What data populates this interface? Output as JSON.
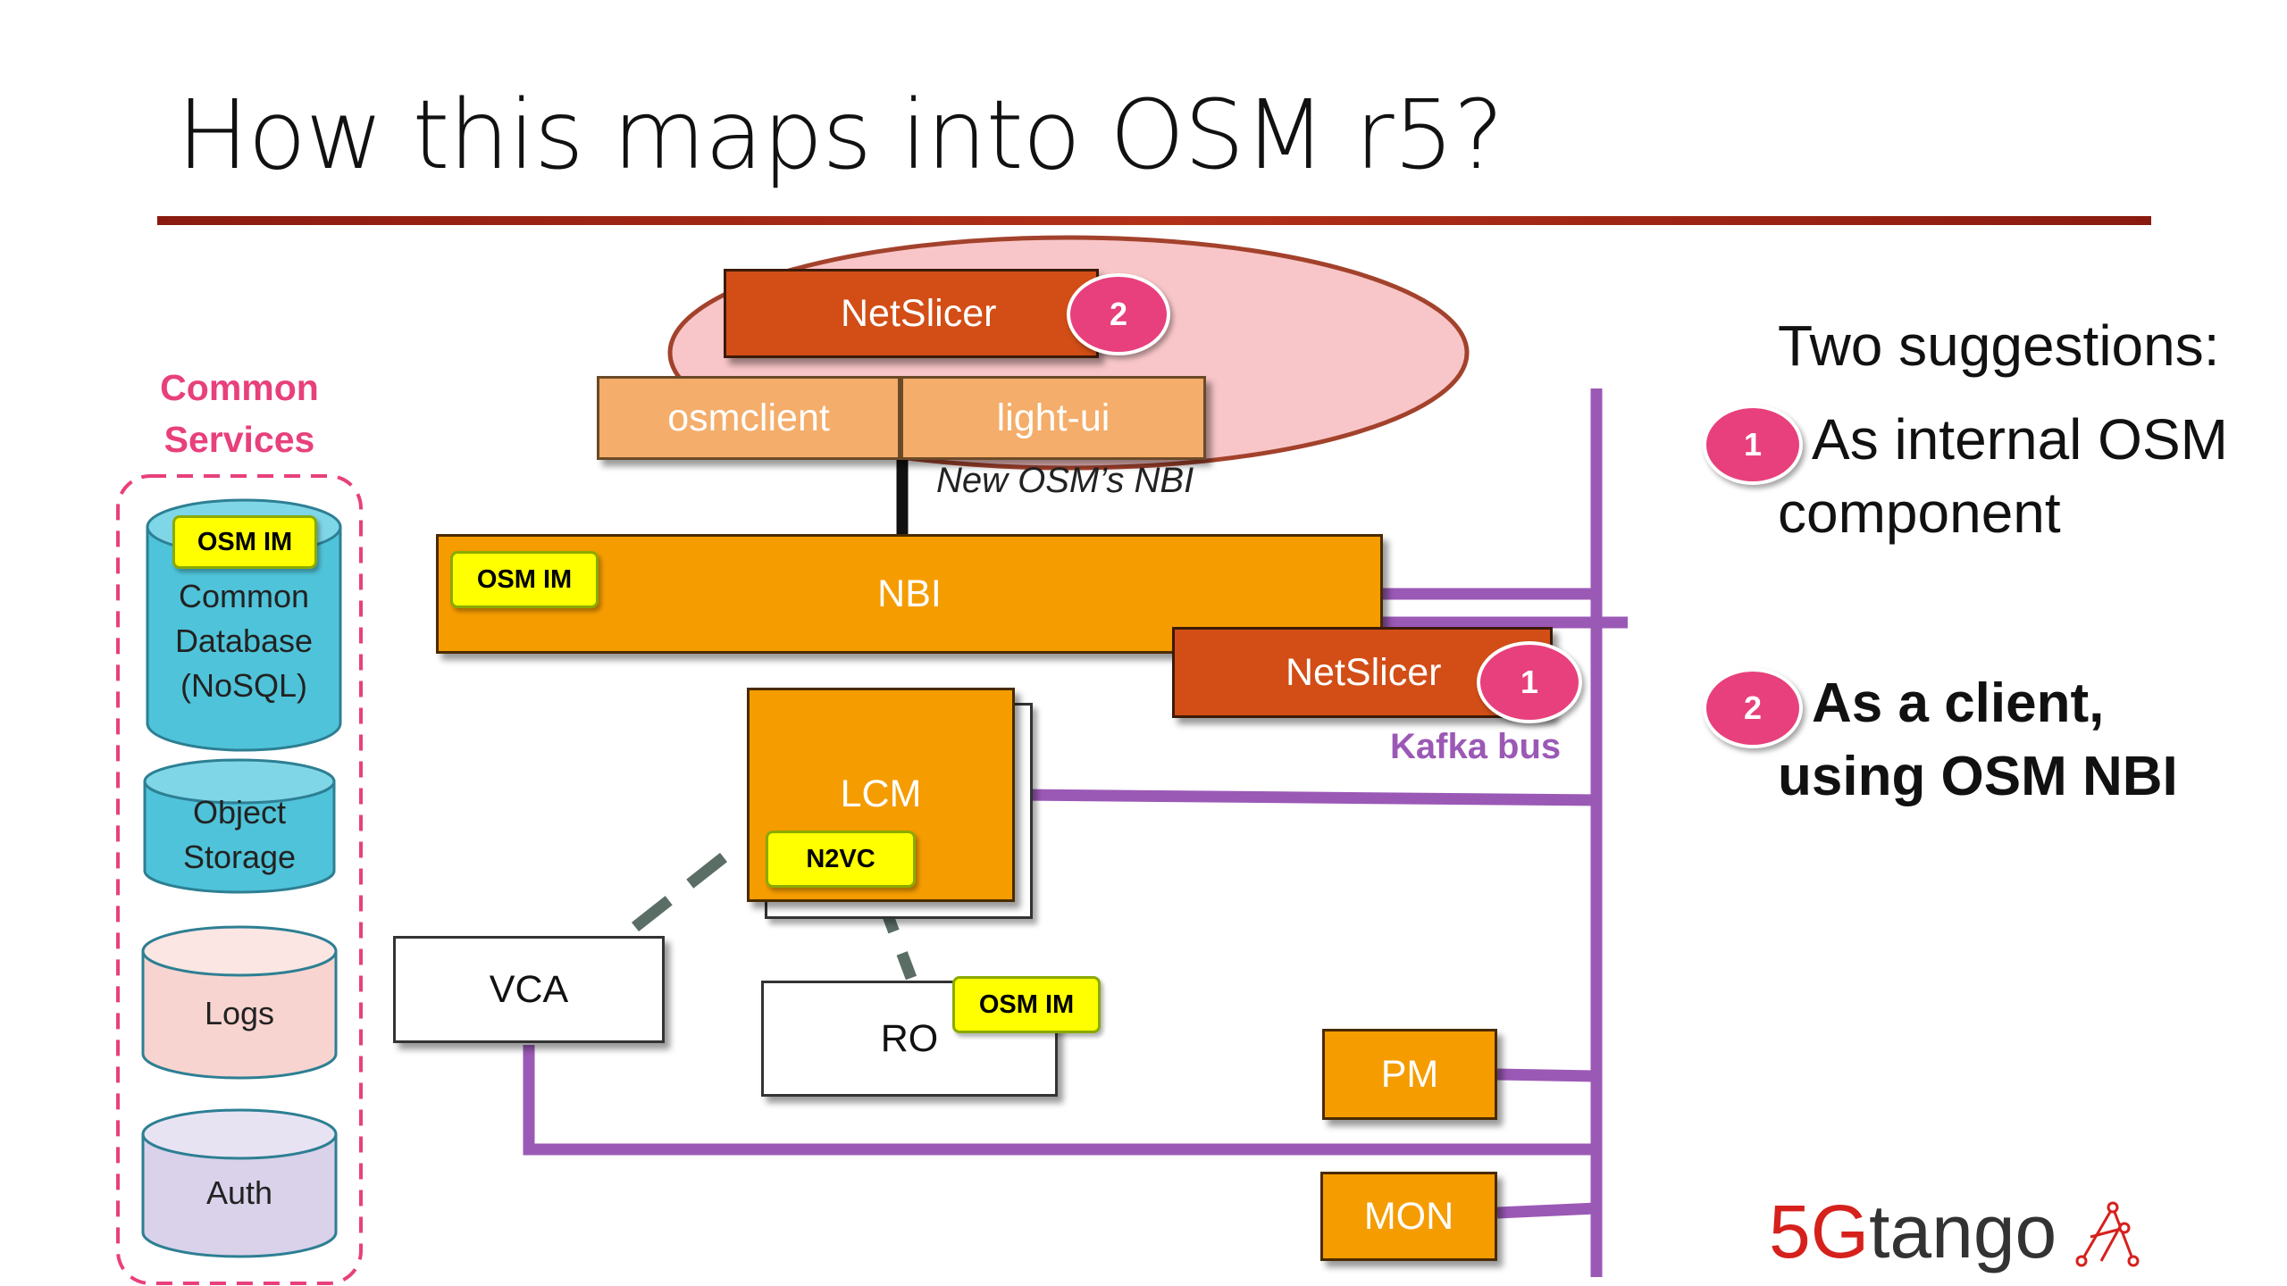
{
  "title": "How this maps into OSM r5?",
  "common_services": {
    "heading_line1": "Common",
    "heading_line2": "Services",
    "db_tag": "OSM IM",
    "db_label": "Common\nDatabase\n(NoSQL)",
    "object_storage": "Object\nStorage",
    "logs": "Logs",
    "auth": "Auth"
  },
  "top": {
    "netslicer": "NetSlicer",
    "netslicer_badge": "2",
    "osmclient": "osmclient",
    "lightui": "light-ui",
    "nbi_note": "New OSM’s NBI"
  },
  "nbi": {
    "label": "NBI",
    "tag": "OSM IM"
  },
  "netslicer_internal": {
    "label": "NetSlicer",
    "badge": "1"
  },
  "kafka_label": "Kafka bus",
  "lcm": {
    "label": "LCM",
    "tag": "N2VC"
  },
  "vca": "VCA",
  "ro": {
    "label": "RO",
    "tag": "OSM IM"
  },
  "pm": "PM",
  "mon": "MON",
  "suggestions": {
    "heading": "Two suggestions:",
    "s1_badge": "1",
    "s1_line1": "As internal OSM",
    "s1_line2": "component",
    "s2_badge": "2",
    "s2_line1": "As a client,",
    "s2_line2": "using OSM NBI"
  },
  "logo": {
    "text": "5Gtango"
  },
  "colors": {
    "orange": "#f59c00",
    "dark_orange": "#d24e16",
    "light_orange": "#f4ad6a",
    "kafka_purple": "#9b59b6",
    "badge_pink": "#e8407c",
    "cylinder_cyan": "#4fc3d9",
    "cylinder_pink": "#f8d4d0",
    "cylinder_lavender": "#d9d2ea",
    "common_services_pink": "#e8407c",
    "title_rule": "#a82816"
  }
}
